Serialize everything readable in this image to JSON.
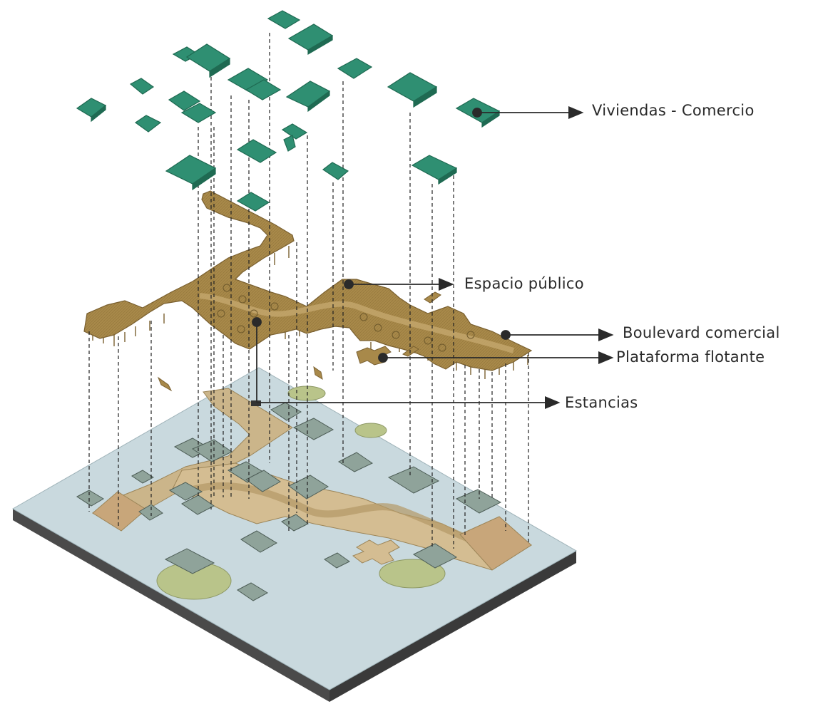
{
  "labels": {
    "viviendas": "Viviendas - Comercio",
    "espacio": "Espacio público",
    "boulevard": "Boulevard comercial",
    "plataforma": "Plataforma flotante",
    "estancias": "Estancias"
  },
  "colors": {
    "house": "#2f8f72",
    "house_dark": "#1f6a52",
    "deck": "#a8894a",
    "deck_dark": "#7a6030",
    "water": "#c9d9de",
    "base_side": "#555555",
    "green_islet": "#b9c48a",
    "arrow": "#2a2a2a"
  }
}
